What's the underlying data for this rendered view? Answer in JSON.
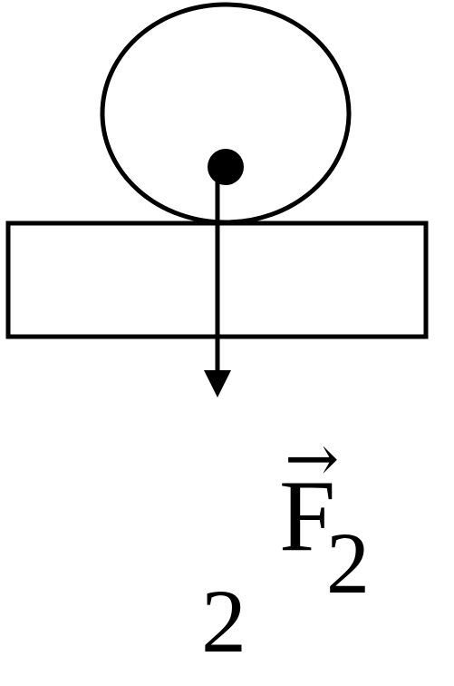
{
  "force_label": {
    "arrow": "→",
    "letter": "F",
    "subscript": "2"
  },
  "stray_label": "2",
  "colors": {
    "stroke": "#000000",
    "background": "#ffffff"
  }
}
